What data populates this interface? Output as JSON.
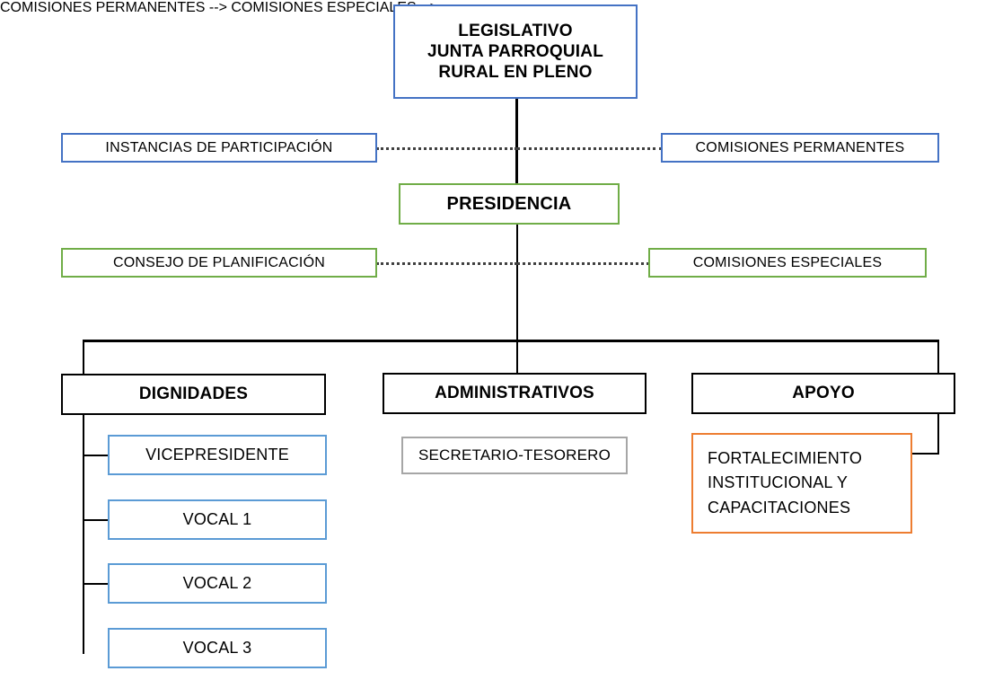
{
  "diagram": {
    "title_text": "LEGISLATIVO JUNTA PARROQUIAL RURAL EN PLENO",
    "colors": {
      "blue": "#4472c4",
      "blue_light": "#5b9bd5",
      "green": "#70ad47",
      "black": "#000000",
      "gray": "#a6a6a6",
      "orange": "#ed7d31"
    },
    "nodes": {
      "legislativo": {
        "line1": "LEGISLATIVO",
        "line2": "JUNTA PARROQUIAL",
        "line3": "RURAL EN PLENO"
      },
      "instancias_participacion": "INSTANCIAS  DE PARTICIPACIÓN",
      "comisiones_permanentes": "COMISIONES  PERMANENTES",
      "presidencia": "PRESIDENCIA",
      "consejo_planificacion": "CONSEJO DE PLANIFICACIÓN",
      "comisiones_especiales": "COMISIONES  ESPECIALES",
      "dignidades": "DIGNIDADES",
      "administrativos": "ADMINISTRATIVOS",
      "apoyo": "APOYO",
      "vicepresidente": "VICEPRESIDENTE",
      "vocal_1": "VOCAL 1",
      "vocal_2": "VOCAL 2",
      "vocal_3": "VOCAL 3",
      "secretario_tesorero": "SECRETARIO-TESORERO",
      "fortalecimiento": {
        "line1": "FORTALECIMIENTO",
        "line2": "INSTITUCIONAL   Y",
        "line3": "CAPACITACIONES"
      }
    }
  }
}
